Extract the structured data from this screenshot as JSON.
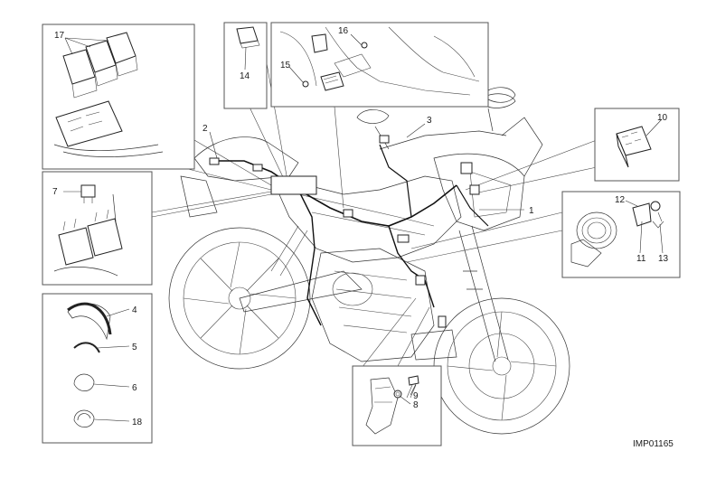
{
  "callouts": {
    "c1": "1",
    "c2": "2",
    "c3": "3",
    "c4": "4",
    "c5": "5",
    "c6": "6",
    "c7": "7",
    "c8": "8",
    "c9": "9",
    "c10": "10",
    "c11": "11",
    "c12": "12",
    "c13": "13",
    "c14": "14",
    "c15": "15",
    "c16": "16",
    "c17": "17",
    "c18": "18"
  },
  "image_ref": "IMP01165"
}
